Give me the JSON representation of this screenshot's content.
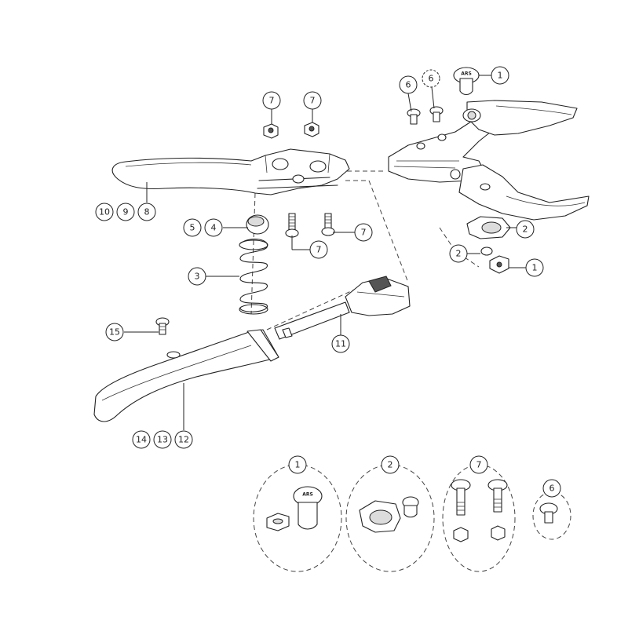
{
  "callouts": {
    "c7a": "7",
    "c7b": "7",
    "c6a": "6",
    "c6b": "6",
    "c1a": "1",
    "c10": "10",
    "c9": "9",
    "c8": "8",
    "c5": "5",
    "c4": "4",
    "c7c": "7",
    "c7d": "7",
    "c2a": "2",
    "c2b": "2",
    "c1b": "1",
    "c3": "3",
    "c15": "15",
    "c11": "11",
    "c14": "14",
    "c13": "13",
    "c12": "12",
    "kit1": "1",
    "kit2": "2",
    "kit7": "7",
    "kit6": "6"
  },
  "brand": "ARS"
}
